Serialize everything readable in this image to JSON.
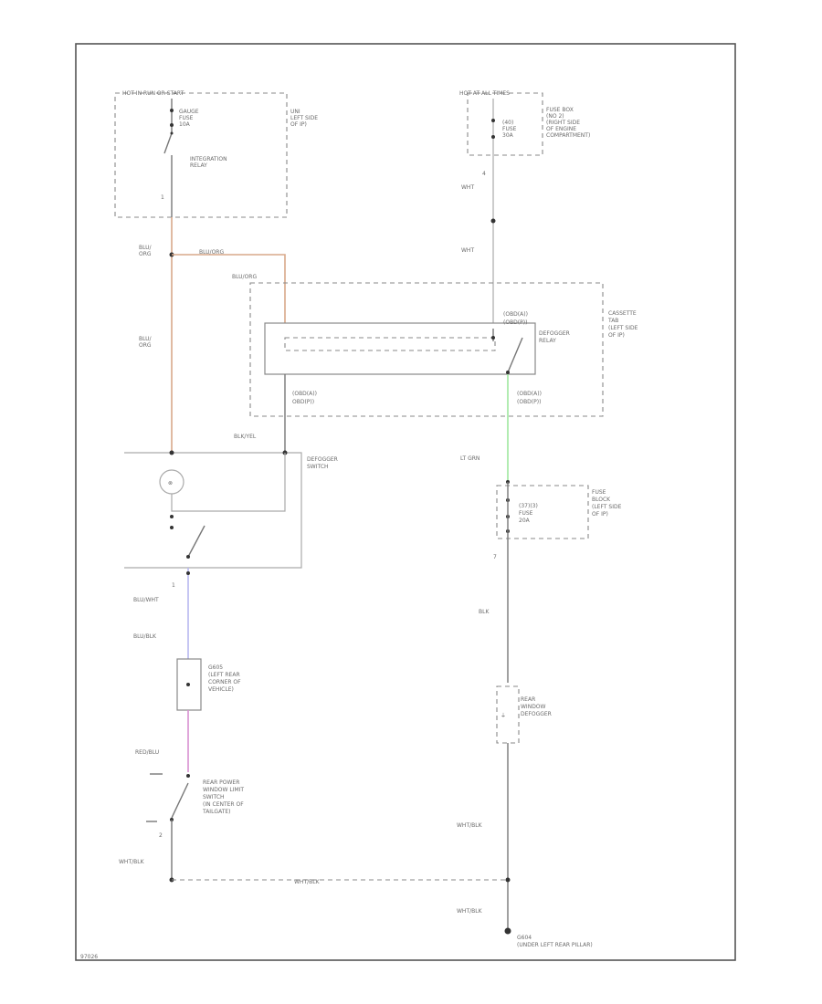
{
  "components": {
    "top_left_box": {
      "header": "HOT IN RUN OR START",
      "fuse_label": [
        "GAUGE",
        "FUSE",
        "10A"
      ],
      "relay_label": [
        "INTEGRATION",
        "RELAY"
      ],
      "location": [
        "UNI",
        "LEFT SIDE",
        "OF IP)"
      ]
    },
    "top_right_box": {
      "header": "HOT AT ALL TIMES",
      "fuse_label": [
        "(40)",
        "FUSE",
        "30A"
      ],
      "location": [
        "FUSE BOX",
        "(NO 2)",
        "(RIGHT SIDE",
        "OF ENGINE",
        "COMPARTMENT)"
      ]
    },
    "cassette": {
      "location": [
        "CASSETTE",
        "TAB",
        "(LEFT SIDE",
        "OF IP)"
      ],
      "relay_label": [
        "DEFOGGER",
        "RELAY"
      ],
      "conn_top": [
        "(OBD(A))",
        "(OBD(P))"
      ],
      "conn_bottom": [
        "(OBD(A))",
        "OBD(P))"
      ],
      "conn_right_bottom": [
        "(OBD(A))",
        "(OBD(P))"
      ]
    },
    "switch": {
      "label": [
        "DEFOGGER",
        "SWITCH"
      ]
    },
    "ground_left": {
      "label": [
        "G605",
        "(LEFT REAR",
        "CORNER OF",
        "VEHICLE)"
      ]
    },
    "limit_switch": {
      "label": [
        "REAR POWER",
        "WINDOW LIMIT",
        "SWITCH",
        "(IN CENTER OF",
        "TAILGATE)"
      ]
    },
    "fuse_block": {
      "fuse_label": [
        "(37)(3)",
        "FUSE",
        "20A"
      ],
      "location": [
        "FUSE",
        "BLOCK",
        "(LEFT SIDE",
        "OF IP)"
      ]
    },
    "defogger": {
      "label": [
        "REAR",
        "WINDOW",
        "DEFOGGER"
      ]
    },
    "ground_right": {
      "label": [
        "G604",
        "(UNDER LEFT REAR PILLAR)"
      ]
    }
  },
  "wires": {
    "blu_org_1": [
      "BLU/",
      "ORG"
    ],
    "blu_org_2": [
      "BLU/",
      "ORG"
    ],
    "blu_org_h": "BLU/ORG",
    "blu_org_dash": "BLU/ORG",
    "blk_yel": "BLK/YEL",
    "blu_wht": "BLU/WHT",
    "blu_blk": "BLU/BLK",
    "red_blu": "RED/BLU",
    "wht_blk_left": "WHT/BLK",
    "wht_blk_bottom": "WHT/BLK",
    "wht_blk_right1": "WHT/BLK",
    "wht_blk_right2": "WHT/BLK",
    "wht_1": "WHT",
    "wht_2": "WHT",
    "lt_grn": "LT GRN",
    "blk": "BLK"
  },
  "pins": {
    "p1": "1",
    "p2": "1",
    "p3": "2",
    "p4": "4",
    "p5": "7"
  },
  "footer_code": "97026",
  "colors": {
    "orange": "#d9a98a",
    "green": "#9ee89e",
    "blue": "#b8b8f0",
    "magenta": "#d890d0"
  }
}
